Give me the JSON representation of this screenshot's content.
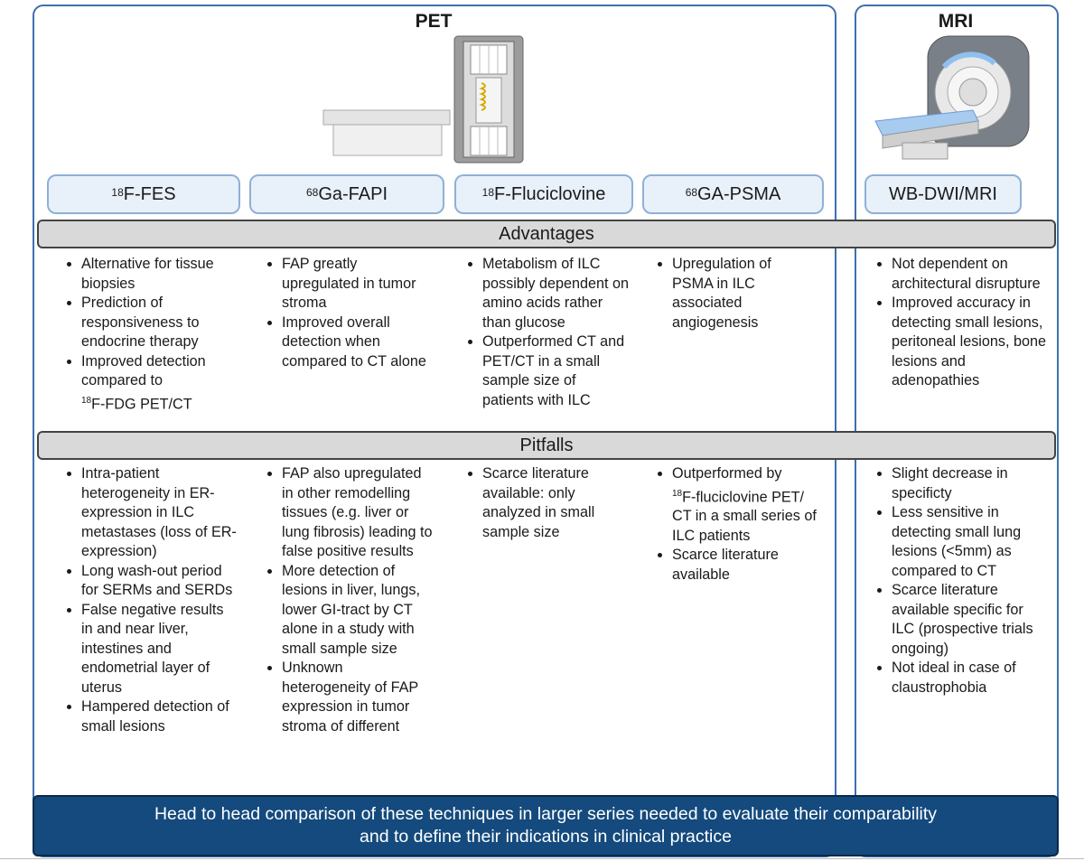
{
  "pet": {
    "title": "PET",
    "tracers": [
      {
        "sup": "18",
        "name": "F-FES"
      },
      {
        "sup": "68",
        "name": "Ga-FAPI"
      },
      {
        "sup": "18",
        "name": "F-Fluciclovine"
      },
      {
        "sup": "68",
        "name": "GA-PSMA"
      }
    ]
  },
  "mri": {
    "title": "MRI",
    "technique": "WB-DWI/MRI"
  },
  "advantages": {
    "label": "Advantages",
    "fes": [
      "Alternative for tissue biopsies",
      "Prediction of responsiveness to endocrine therapy",
      "Improved detection compared to"
    ],
    "fes_last_sup": "18",
    "fes_last_text": "F-FDG PET/CT",
    "fapi": [
      "FAP  greatly upregulated in tumor stroma",
      "Improved overall detection when compared to CT alone"
    ],
    "flucic": [
      "Metabolism of ILC possibly dependent on amino acids rather than glucose",
      "Outperformed CT and PET/CT in a small sample size of patients with ILC"
    ],
    "psma": [
      "Upregulation of PSMA in ILC associated angiogenesis"
    ],
    "mri": [
      "Not dependent on architectural disrupture",
      "Improved accuracy in detecting small lesions, peritoneal lesions, bone lesions and adenopathies"
    ]
  },
  "pitfalls": {
    "label": "Pitfalls",
    "fes": [
      "Intra-patient heterogeneity in ER-expression in ILC metastases (loss of ER-expression)",
      "Long wash-out period for SERMs and SERDs",
      "False negative results in and near liver, intestines and endometrial layer of uterus",
      "Hampered detection of small lesions"
    ],
    "fapi": [
      "FAP also upregulated in other remodelling tissues (e.g. liver or lung fibrosis) leading to false positive results",
      "More detection of lesions in liver, lungs, lower GI-tract by CT alone in a study with small sample size",
      "Unknown heterogeneity of FAP expression in tumor stroma of different"
    ],
    "flucic": [
      "Scarce literature available: only analyzed in small sample size"
    ],
    "psma_first_pre": "Outperformed by",
    "psma_first_sup": "18",
    "psma_first_post": "F-fluciclovine PET/ CT in a small series of ILC patients",
    "psma": [
      "Scarce literature available"
    ],
    "mri": [
      "Slight decrease in specificty",
      "Less sensitive in detecting small lung lesions (<5mm) as compared to CT",
      "Scarce literature available specific for ILC (prospective trials ongoing)",
      "Not ideal in case of claustrophobia"
    ]
  },
  "footer": {
    "line1": "Head to head comparison of these techniques in larger series needed to evaluate their comparability",
    "line2": "and to define their indications in clinical practice"
  },
  "colors": {
    "panel_border": "#3f6fb0",
    "pill_fill": "#e8f0fa",
    "bar_fill": "#d9d9d9",
    "footer_fill": "#144a7d"
  }
}
